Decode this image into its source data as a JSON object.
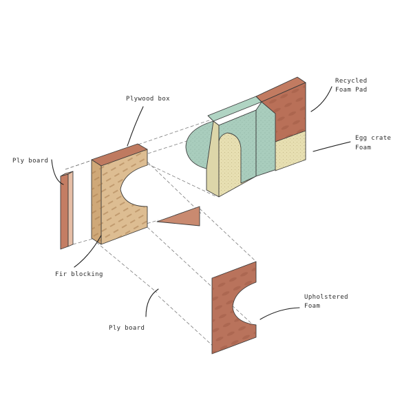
{
  "labels": {
    "ply_board_left": "Ply board",
    "plywood_box": "Plywood box",
    "recycled_foam_line1": "Recycled",
    "recycled_foam_line2": "Foam Pad",
    "egg_crate_line1": "Egg crate",
    "egg_crate_line2": "Foam",
    "fir_blocking": "Fir blocking",
    "ply_board_bottom": "Ply board",
    "upholstered_line1": "Upholstered",
    "upholstered_line2": "Foam"
  },
  "colors": {
    "ply_face": "#c98a70",
    "ply_edge": "#e0b59c",
    "ply_top": "#b46f55",
    "osb": "#ddbd92",
    "osb_dark": "#b88e60",
    "green_foam": "#a9cdbd",
    "egg_crate": "#e7dfb2",
    "brown_foam": "#b97058",
    "upholstered": "#b9735c"
  }
}
